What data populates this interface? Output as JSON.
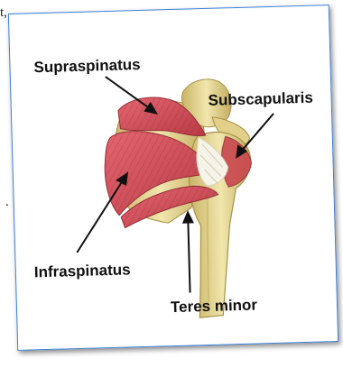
{
  "page_fragment": {
    "top_text": "t,",
    "bottom_text": "."
  },
  "figure": {
    "labels": {
      "supraspinatus": "Supraspinatus",
      "subscapularis": "Subscapularis",
      "infraspinatus": "Infraspinatus",
      "teres_minor": "Teres minor"
    },
    "colors": {
      "muscle": "#d9545e",
      "muscle_dark": "#a8323c",
      "bone": "#e9dc9b",
      "bone_dark": "#b9a55a",
      "tendon": "#f4f1e6",
      "frame_border": "#3b7fd9"
    }
  }
}
